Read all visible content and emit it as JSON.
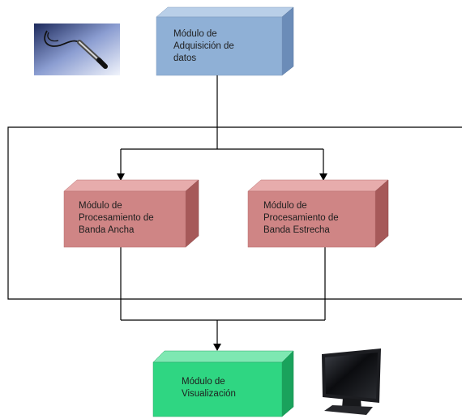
{
  "modules": {
    "acquisition": {
      "label_lines": [
        "Módulo de",
        "Adquisición de",
        "datos"
      ],
      "color": "#8fb0d6"
    },
    "wideband": {
      "label_lines": [
        "Módulo de",
        "Procesamiento de",
        "Banda Ancha"
      ],
      "color": "#cf8585"
    },
    "narrowband": {
      "label_lines": [
        "Módulo de",
        "Procesamiento de",
        "Banda Estrecha"
      ],
      "color": "#cf8585"
    },
    "visualization": {
      "label_lines": [
        "Módulo de",
        "Visualización"
      ],
      "color": "#2fd682"
    }
  },
  "images": {
    "probe": "hydrophone-probe-photo",
    "monitor": "lcd-monitor-photo"
  },
  "colors": {
    "line": "#000000"
  }
}
